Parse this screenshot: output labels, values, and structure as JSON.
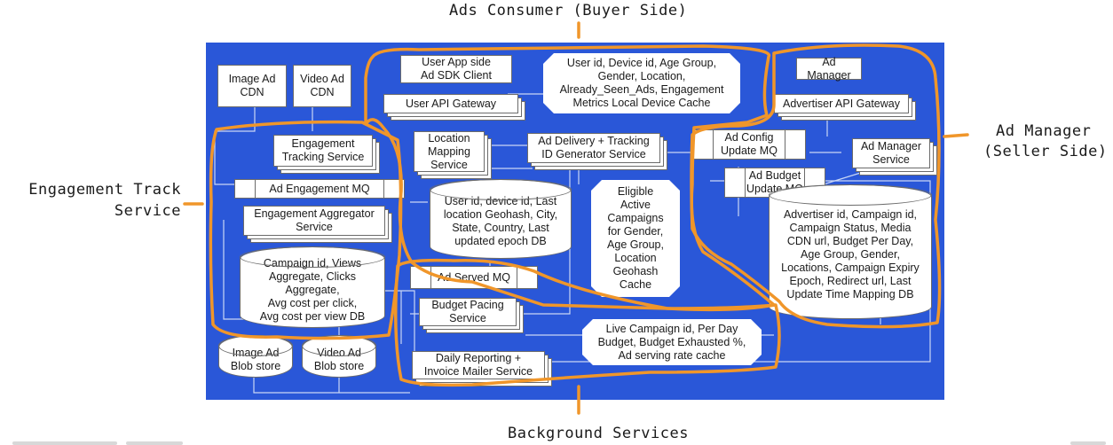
{
  "annotations": {
    "top": "Ads Consumer (Buyer Side)",
    "left_line1": "Engagement Track",
    "left_line2": "Service",
    "right_line1": "Ad Manager",
    "right_line2": "(Seller Side)",
    "bottom": "Background Services"
  },
  "nodes": {
    "image_ad_cdn": "Image Ad\nCDN",
    "video_ad_cdn": "Video Ad\nCDN",
    "user_app_sdk": "User App side\nAd SDK Client",
    "device_cache": "User id, Device id, Age Group,\nGender, Location,\nAlready_Seen_Ads, Engagement\nMetrics Local Device Cache",
    "ad_manager": "Ad Manager",
    "user_api_gateway": "User API Gateway",
    "advertiser_api_gateway": "Advertiser API Gateway",
    "engagement_tracking_service": "Engagement\nTracking Service",
    "location_mapping_service": "Location\nMapping\nService",
    "ad_delivery_service": "Ad Delivery + Tracking\nID Generator Service",
    "ad_config_mq": "Ad Config\nUpdate MQ",
    "ad_manager_service": "Ad Manager\nService",
    "ad_engagement_mq": "Ad Engagement MQ",
    "ad_budget_mq": "Ad Budget\nUpdate MQ",
    "engagement_aggregator_service": "Engagement Aggregator\nService",
    "location_db": "User id, device id, Last\nlocation Geohash, City,\nState, Country, Last\nupdated epoch DB",
    "eligible_campaigns_cache": "Eligible\nActive\nCampaigns\nfor Gender,\nAge Group,\nLocation\nGeohash\nCache",
    "campaign_db": "Advertiser id, Campaign id,\nCampaign Status, Media\nCDN url, Budget Per Day,\nAge Group, Gender,\nLocations, Campaign Expiry\nEpoch, Redirect url, Last\nUpdate Time Mapping DB",
    "aggregate_db": "Campaign id, Views\nAggregate, Clicks\nAggregate,\nAvg cost per click,\nAvg cost per view DB",
    "ad_served_mq": "Ad Served MQ",
    "budget_pacing_service": "Budget Pacing\nService",
    "live_campaign_cache": "Live Campaign id, Per Day\nBudget, Budget Exhausted %,\nAd serving rate cache",
    "image_blob_store": "Image Ad\nBlob store",
    "video_blob_store": "Video Ad\nBlob store",
    "daily_reporting_service": "Daily Reporting +\nInvoice Mailer Service"
  },
  "colors": {
    "board": "#2a57d8",
    "highlight": "#f0962a",
    "wire": "#c9d6f5"
  }
}
